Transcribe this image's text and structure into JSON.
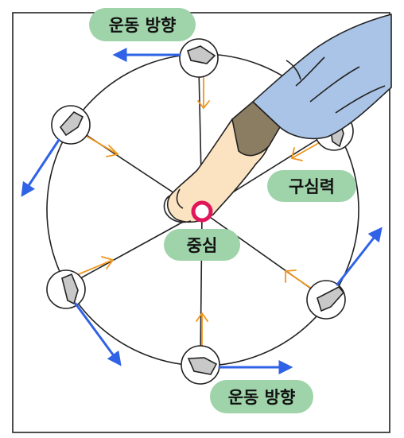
{
  "labels": {
    "motion_direction_top": "운동 방향",
    "motion_direction_bottom": "운동 방향",
    "centripetal_force": "구심력",
    "center": "중심"
  },
  "colors": {
    "label_bg": "#9fd3a9",
    "velocity_arrow": "#2f62e6",
    "force_arrow": "#f0961e",
    "center_ring": "#e0165a",
    "sleeve": "#a9c4e6",
    "cuff": "#8b7d62",
    "skin": "#fbe3c2",
    "stone": "#c8c8c8"
  },
  "icons": {
    "stone": "stone-icon",
    "hand": "hand-with-sleeve-icon",
    "center_marker": "ring-icon"
  }
}
